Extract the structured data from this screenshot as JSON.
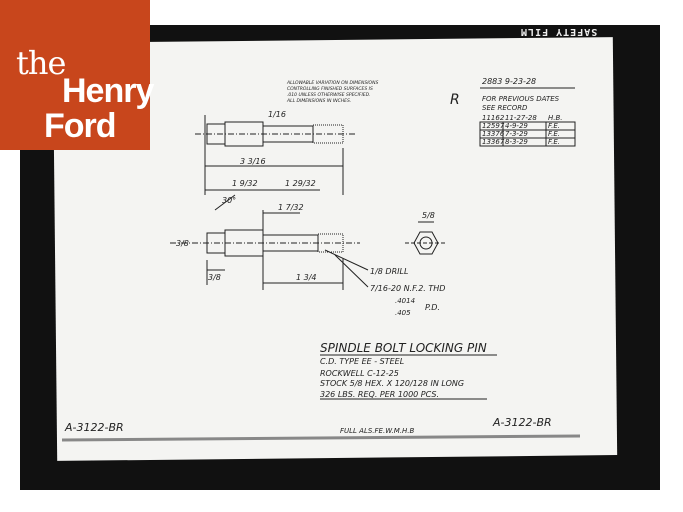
{
  "logo": {
    "line1": "the",
    "line2": "Henry",
    "line3": "Ford",
    "background": "#c8461c"
  },
  "edge_text": "SAFETY FILM",
  "drawing": {
    "tolerance_note": [
      "ALLOWABLE VARIATION ON DIMENSIONS",
      "CONTROLLING FINISHED SURFACES IS",
      ".010 UNLESS OTHERWISE SPECIFIED.",
      "ALL DIMENSIONS IN INCHES."
    ],
    "revision_mark": "R",
    "record_block": {
      "header": "2883 9-23-28",
      "note_line1": "FOR PREVIOUS DATES",
      "note_line2": "SEE RECORD",
      "rows": [
        [
          "11162",
          "11-27-28",
          "H.B."
        ],
        [
          "12597",
          "4-9-29",
          "F.E."
        ],
        [
          "13376",
          "7-3-29",
          "F.E."
        ],
        [
          "13367",
          "8-3-29",
          "F.E."
        ]
      ]
    },
    "dimensions": {
      "d1": "1/16",
      "d2": "3 3/16",
      "d3": "1 9/32",
      "d4": "1 29/32",
      "d5": "1 7/32",
      "d6": "3/8",
      "d7": "1 3/4",
      "d8": "3/8",
      "d9": "5/8",
      "angle": "30°"
    },
    "notes": {
      "drill": "1/8 DRILL",
      "thread": "7/16-20 N.F.2. THD",
      "pd1": ".4014",
      "pd2": ".405",
      "pd_label": "P.D."
    },
    "title_block": {
      "title": "SPINDLE BOLT LOCKING PIN",
      "line1": "C.D. TYPE EE - STEEL",
      "line2": "ROCKWELL C-12-25",
      "line3": "STOCK 5/8 HEX. X 120/128 IN LONG",
      "line4": "326 LBS. REQ. PER 1000 PCS.",
      "scale": "FULL  ALS.FE.W.M.H.B",
      "number_right": "A-3122-BR",
      "number_left": "A-3122-BR"
    }
  }
}
